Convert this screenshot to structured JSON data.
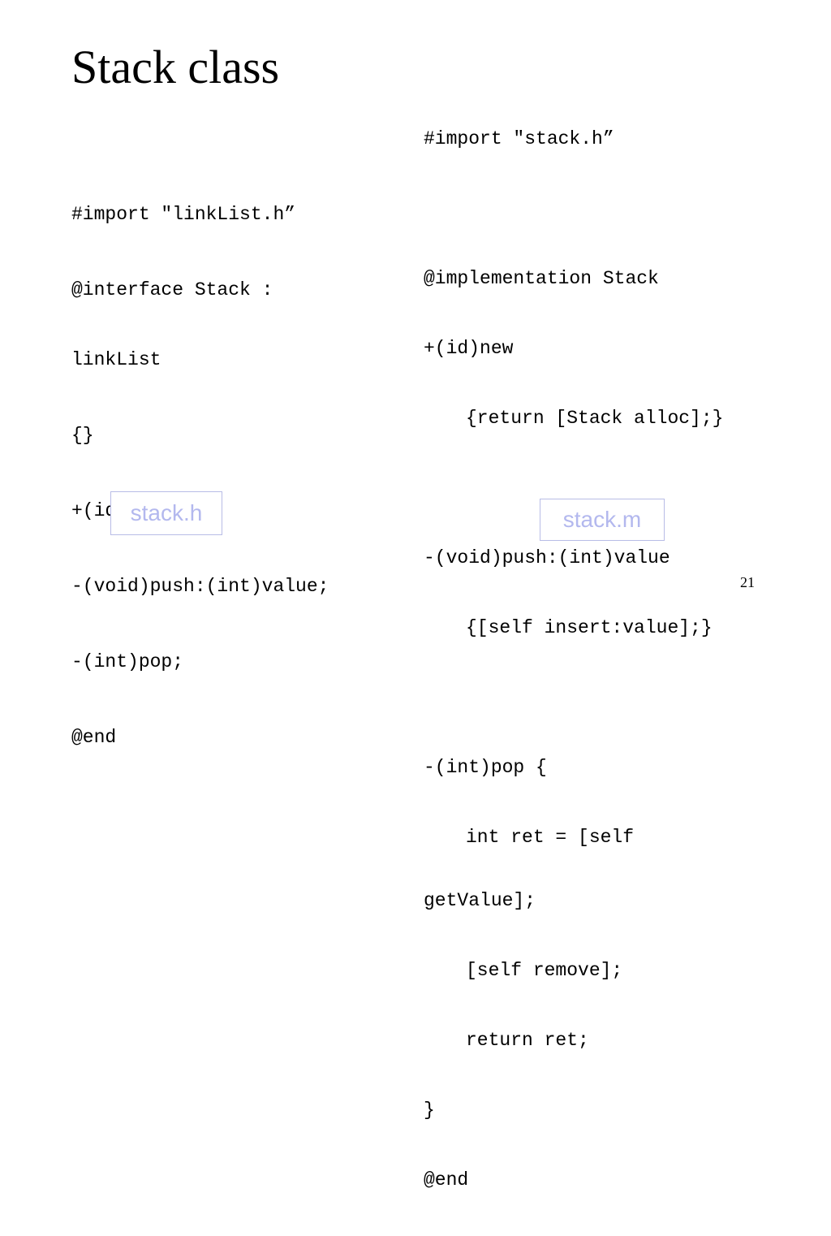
{
  "slide": {
    "title": "Stack class",
    "page_number": "21"
  },
  "header_file": {
    "lines": [
      "#import \"linkList.h”",
      "@interface Stack :",
      "linkList",
      "{}",
      "+(id)new;",
      "-(void)push:(int)value;",
      "-(int)pop;",
      "@end"
    ],
    "label": "stack.h"
  },
  "implementation_file": {
    "lines": [
      "#import \"stack.h”",
      "",
      "@implementation Stack",
      "+(id)new",
      "{return [Stack alloc];}",
      "",
      "-(void)push:(int)value",
      "{[self insert:value];}",
      "",
      "-(int)pop {",
      "int ret = [self",
      "getValue];",
      "[self remove];",
      "return ret;",
      "}",
      "@end"
    ],
    "label": "stack.m"
  },
  "colors": {
    "label_text": "#b3b8ee",
    "label_border": "#b8bce6"
  }
}
